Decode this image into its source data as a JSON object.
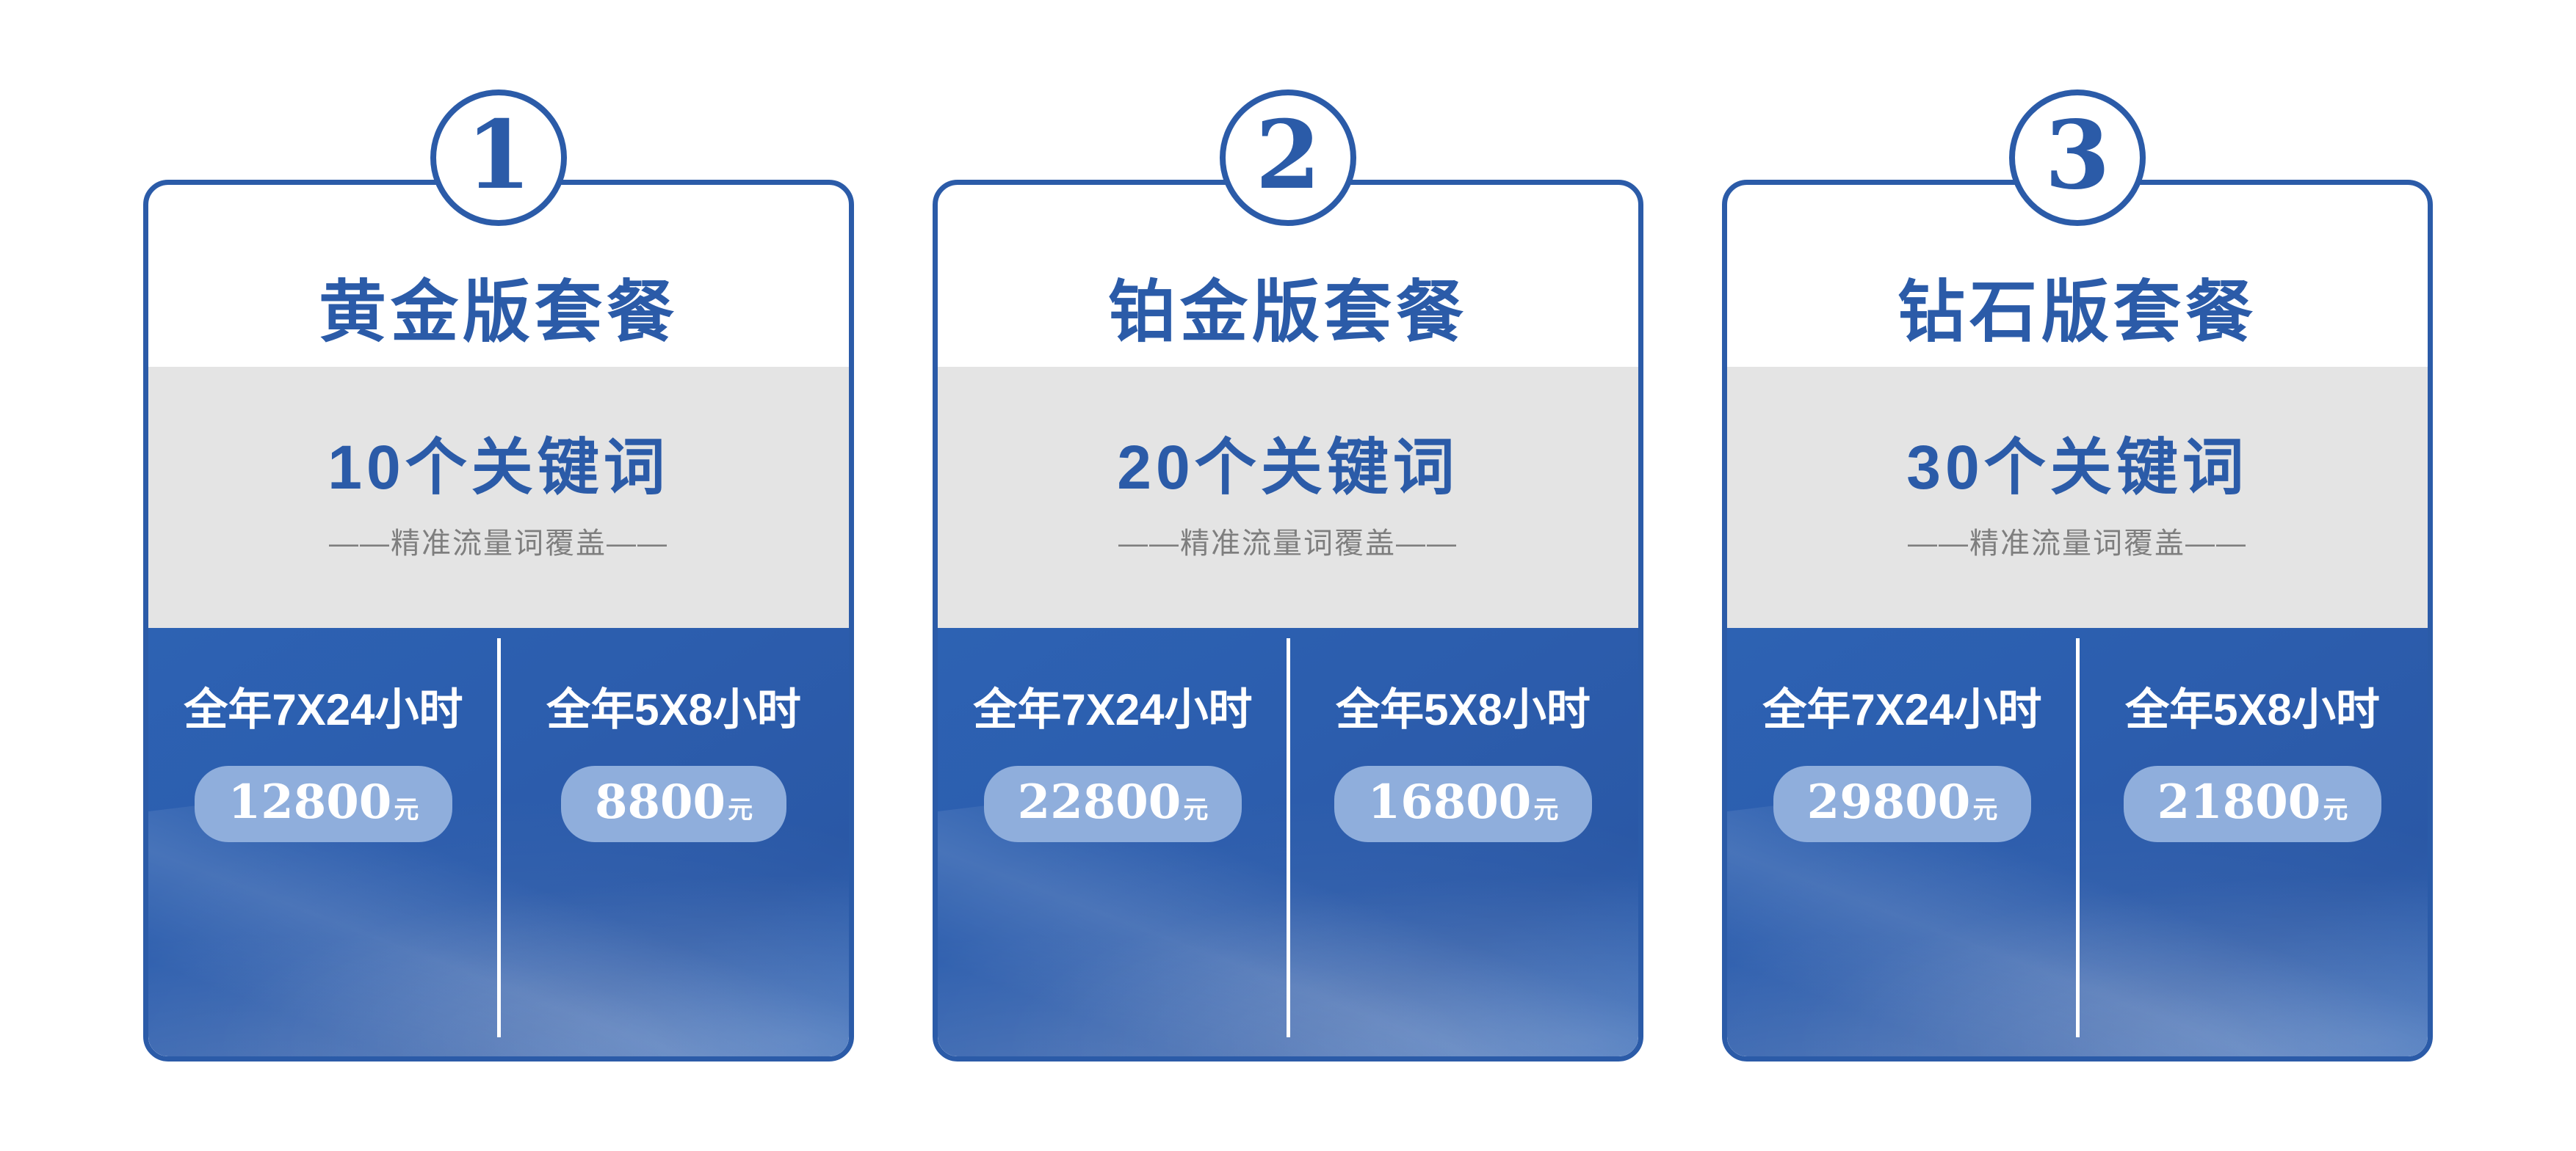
{
  "theme": {
    "brand_blue": "#2B5BA8",
    "band_gray": "#E4E4E4",
    "service_blue": "#2C5DAD",
    "pill_blue": "#8FAEDC",
    "subtitle_gray": "#7E7E7E",
    "text_white": "#FFFFFF",
    "page_background": "#FFFFFF"
  },
  "cards": [
    {
      "rank": "1",
      "title": "黄金版套餐",
      "keyword_count": "10个关键词",
      "keyword_sub": "——精准流量词覆盖——",
      "services": [
        {
          "label": "全年7X24小时",
          "price": "12800",
          "unit": "元"
        },
        {
          "label": "全年5X8小时",
          "price": "8800",
          "unit": "元"
        }
      ]
    },
    {
      "rank": "2",
      "title": "铂金版套餐",
      "keyword_count": "20个关键词",
      "keyword_sub": "——精准流量词覆盖——",
      "services": [
        {
          "label": "全年7X24小时",
          "price": "22800",
          "unit": "元"
        },
        {
          "label": "全年5X8小时",
          "price": "16800",
          "unit": "元"
        }
      ]
    },
    {
      "rank": "3",
      "title": "钻石版套餐",
      "keyword_count": "30个关键词",
      "keyword_sub": "——精准流量词覆盖——",
      "services": [
        {
          "label": "全年7X24小时",
          "price": "29800",
          "unit": "元"
        },
        {
          "label": "全年5X8小时",
          "price": "21800",
          "unit": "元"
        }
      ]
    }
  ]
}
